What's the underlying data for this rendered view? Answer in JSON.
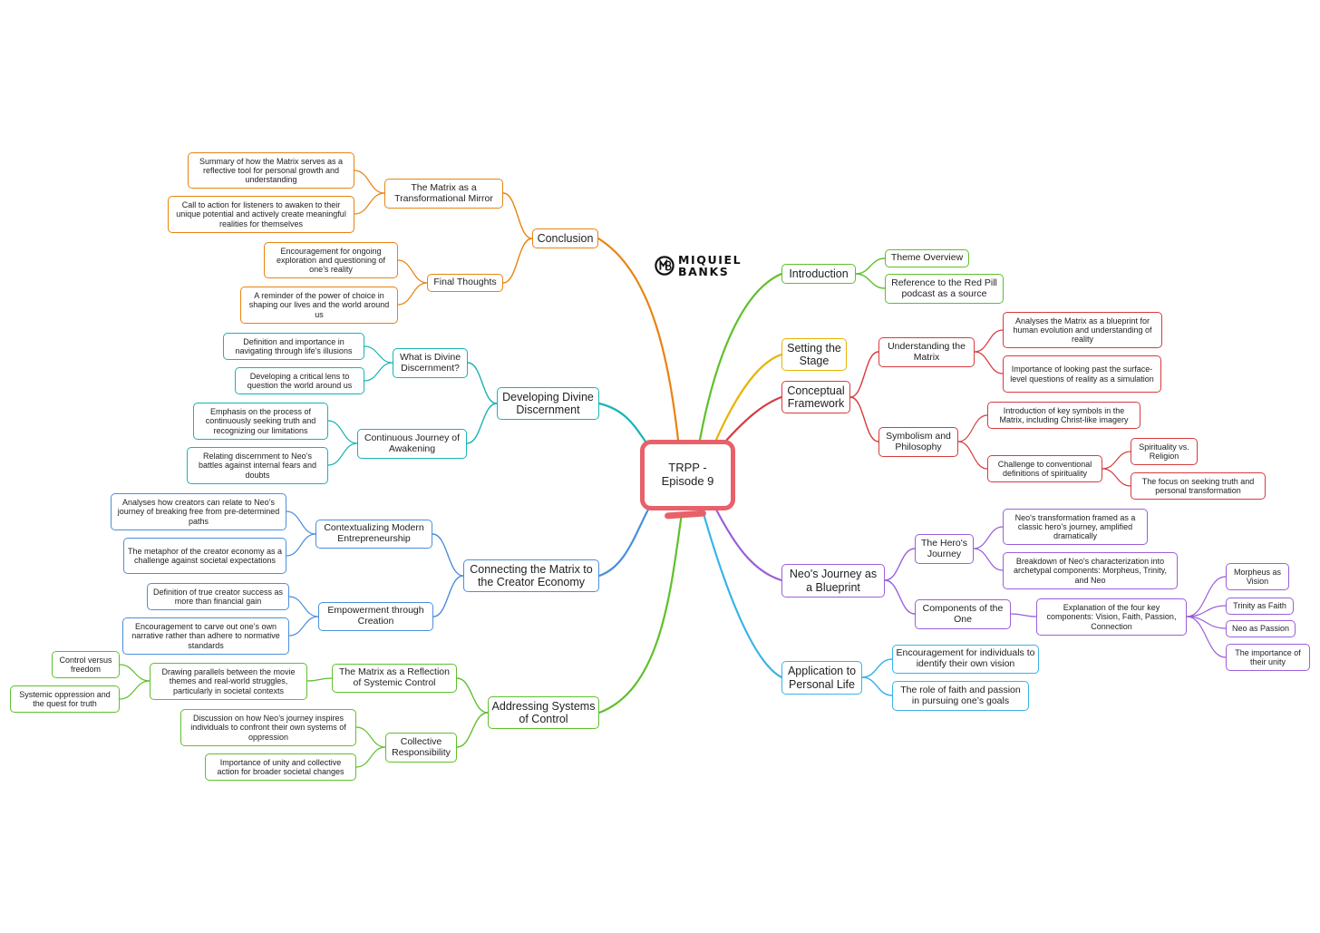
{
  "logo": {
    "line1": "MIQUIEL",
    "line2": "BANKS",
    "icon": "mb-logo-icon"
  },
  "colors": {
    "root": "#e8616a",
    "orange": "#e8830f",
    "teal": "#17b4b5",
    "blue": "#4a8fdc",
    "green": "#5ec02c",
    "yellow": "#e8b300",
    "red": "#d83a3e",
    "purple": "#9b5fd8",
    "cyan": "#37b3e8"
  },
  "root": {
    "label": "TRPP - Episode 9"
  },
  "branches": [
    {
      "id": "conclusion",
      "label": "Conclusion",
      "color": "orange",
      "children": [
        {
          "label": "The Matrix as a Transformational Mirror",
          "children": [
            {
              "label": "Summary of how the Matrix serves as a reflective tool for personal growth and understanding"
            },
            {
              "label": "Call to action for listeners to awaken to their unique potential and actively create meaningful realities for themselves"
            }
          ]
        },
        {
          "label": "Final Thoughts",
          "children": [
            {
              "label": "Encouragement for ongoing exploration and questioning of one’s reality"
            },
            {
              "label": "A reminder of the power of choice in shaping our lives and the world around us"
            }
          ]
        }
      ]
    },
    {
      "id": "divine",
      "label": "Developing Divine Discernment",
      "color": "teal",
      "children": [
        {
          "label": "What is Divine Discernment?",
          "children": [
            {
              "label": "Definition and importance in navigating through life’s illusions"
            },
            {
              "label": "Developing a critical lens to question the world around us"
            }
          ]
        },
        {
          "label": "Continuous Journey of Awakening",
          "children": [
            {
              "label": "Emphasis on the process of continuously seeking truth and recognizing our limitations"
            },
            {
              "label": "Relating discernment to Neo’s battles against internal fears and doubts"
            }
          ]
        }
      ]
    },
    {
      "id": "creator",
      "label": "Connecting the Matrix to the Creator Economy",
      "color": "blue",
      "children": [
        {
          "label": "Contextualizing Modern Entrepreneurship",
          "children": [
            {
              "label": "Analyses how creators can relate to Neo’s journey of breaking free from pre-determined paths"
            },
            {
              "label": "The metaphor of the creator economy as a challenge against societal expectations"
            }
          ]
        },
        {
          "label": "Empowerment through Creation",
          "children": [
            {
              "label": "Definition of true creator success as more than financial gain"
            },
            {
              "label": "Encouragement to carve out one’s own narrative rather than adhere to normative standards"
            }
          ]
        }
      ]
    },
    {
      "id": "systems",
      "label": "Addressing Systems of Control",
      "color": "green",
      "children": [
        {
          "label": "The Matrix as a Reflection of Systemic Control",
          "children": [
            {
              "label": "Drawing parallels between the movie themes and real-world struggles, particularly in societal contexts",
              "children": [
                {
                  "label": "Control versus freedom"
                },
                {
                  "label": "Systemic oppression and the quest for truth"
                }
              ]
            }
          ]
        },
        {
          "label": "Collective Responsibility",
          "children": [
            {
              "label": "Discussion on how Neo’s journey inspires individuals to confront their own systems of oppression"
            },
            {
              "label": "Importance of unity and collective action for broader societal changes"
            }
          ]
        }
      ]
    },
    {
      "id": "introduction",
      "label": "Introduction",
      "color": "green",
      "children": [
        {
          "label": "Theme Overview"
        },
        {
          "label": "Reference to the Red Pill podcast as a source"
        }
      ]
    },
    {
      "id": "stage",
      "label": "Setting the Stage",
      "color": "yellow",
      "children": []
    },
    {
      "id": "conceptual",
      "label": "Conceptual Framework",
      "color": "red",
      "children": [
        {
          "label": "Understanding the Matrix",
          "children": [
            {
              "label": "Analyses the Matrix as a blueprint for human evolution and understanding of reality"
            },
            {
              "label": "Importance of looking past the surface-level questions of reality as a simulation"
            }
          ]
        },
        {
          "label": "Symbolism and Philosophy",
          "children": [
            {
              "label": "Introduction of key symbols in the Matrix, including Christ-like imagery"
            },
            {
              "label": "Challenge to conventional definitions of spirituality",
              "children": [
                {
                  "label": "Spirituality vs. Religion"
                },
                {
                  "label": "The focus on seeking truth and personal transformation"
                }
              ]
            }
          ]
        }
      ]
    },
    {
      "id": "neo",
      "label": "Neo's Journey as a Blueprint",
      "color": "purple",
      "children": [
        {
          "label": "The Hero's Journey",
          "children": [
            {
              "label": "Neo's transformation framed as a classic hero’s journey, amplified dramatically"
            },
            {
              "label": "Breakdown of Neo's characterization into archetypal components: Morpheus, Trinity, and Neo"
            }
          ]
        },
        {
          "label": "Components of the One",
          "children": [
            {
              "label": "Explanation of the four key components: Vision, Faith, Passion, Connection",
              "children": [
                {
                  "label": "Morpheus as Vision"
                },
                {
                  "label": "Trinity as Faith"
                },
                {
                  "label": "Neo as Passion"
                },
                {
                  "label": "The importance of their unity"
                }
              ]
            }
          ]
        }
      ]
    },
    {
      "id": "personal",
      "label": "Application to Personal Life",
      "color": "cyan",
      "children": [
        {
          "label": "Encouragement for individuals to identify their own vision"
        },
        {
          "label": "The role of faith and passion in pursuing one’s goals"
        }
      ]
    }
  ]
}
